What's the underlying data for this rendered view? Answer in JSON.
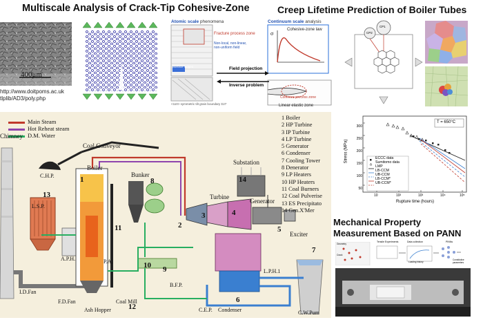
{
  "titles": {
    "multiscale": "Multiscale Analysis of Crack-Tip Cohesive-Zone",
    "creep": "Creep Lifetime Prediction of Boiler Tubes",
    "mechanical": "Mechanical Property Measurement Based on PANN"
  },
  "micrograph": {
    "scale": "400μm",
    "url_line1": "http://www.doitpoms.ac.uk",
    "url_line2": "tlplib/AD3/poly.php"
  },
  "cohesive": {
    "atomic_scale": "Atomic scale",
    "atomic_phenomena": "phenomena",
    "continuum_scale": "Continuum scale",
    "continuum_analysis": "analysis",
    "fracture_process_zone": "Fracture process zone",
    "fpz_sub1": "Non-local, non-linear,",
    "fpz_sub2": "non-uniform field",
    "cohesive_zone_law": "Cohesive-zone law",
    "sigma": "σ",
    "field_projection": "Field projection",
    "inverse_problem": "Inverse problem",
    "linear_elastic_zone": "Linear elastic zone",
    "cohesive_process_zone": "Cohesive process zone",
    "surface_ledges": "Surface ledges",
    "grain_boundary": "<110> symmetric tilt grain boundary Σ27"
  },
  "creep_chart": {
    "temp_label": "T = 650°C",
    "xlabel": "Rupture time (hours)",
    "ylabel": "Stress (MPa)",
    "yticks": [
      "300",
      "250",
      "200",
      "150",
      "100",
      "50"
    ],
    "xticks": [
      "10",
      "10²",
      "10³",
      "10⁴",
      "10⁵"
    ],
    "legend": [
      "ECCC data",
      "Sumitomo data",
      "LMP",
      "LB-CCM",
      "UB-CCM",
      "LB-CCM*",
      "UB-CCM*"
    ]
  },
  "creep_diagram": {
    "label1": "CP1",
    "label2": "CP2"
  },
  "pann": {
    "label_tensile": "Tensile Experiments",
    "label_data": "Data collection",
    "label_pinns": "PINNs",
    "label_constitutive": "Constitutive parameters",
    "label_loading": "Loading history",
    "label_geom": "Geometry",
    "label_crack": "Crack"
  },
  "plant": {
    "legend": [
      {
        "label": "Main Steam",
        "color": "#c0392b"
      },
      {
        "label": "Hot Reheat steam",
        "color": "#8e44ad"
      },
      {
        "label": "D.M. Water",
        "color": "#27ae60"
      }
    ],
    "numbered_list": [
      "1 Boiler",
      "2 HP Turbine",
      "3 IP Turbine",
      "4 LP Turbine",
      "5 Generator",
      "6 Condenser",
      "7 Cooling Tower",
      "8 Denerator",
      "9 LP Heaters",
      "10 HP Heaters",
      "11 Coal Burners",
      "12 Coal Pulverise",
      "13 ES Precipitato",
      "14 Gen.X'Mer"
    ],
    "labels": {
      "chimney": "Chimney",
      "coal_conveyor": "Coal Conveyor",
      "boiler": "Boiler",
      "chp": "C.H.P.",
      "bunker": "Bunker",
      "substation": "Substation",
      "lsp": "L.S.P.",
      "aph": "A.P.H.",
      "pa": "P.A.",
      "id_fan": "I.D.Fan",
      "fd_fan": "F.D.Fan",
      "coal_mill": "Coal Mill",
      "ash_hopper": "Ash Hopper",
      "bfp": "B.F.P.",
      "cep": "C.E.P.",
      "condenser": "Condenser",
      "turbine": "Turbine",
      "generator": "Generator",
      "exciter": "Exciter",
      "lph1": "L.P.H.1",
      "cwpump": "C.W.Pum"
    },
    "numbers": {
      "n1": "1",
      "n2": "2",
      "n3": "3",
      "n4": "4",
      "n5": "5",
      "n6": "6",
      "n7": "7",
      "n8": "8",
      "n9": "9",
      "n10": "10",
      "n11": "11",
      "n12": "12",
      "n13": "13",
      "n14": "14"
    }
  }
}
